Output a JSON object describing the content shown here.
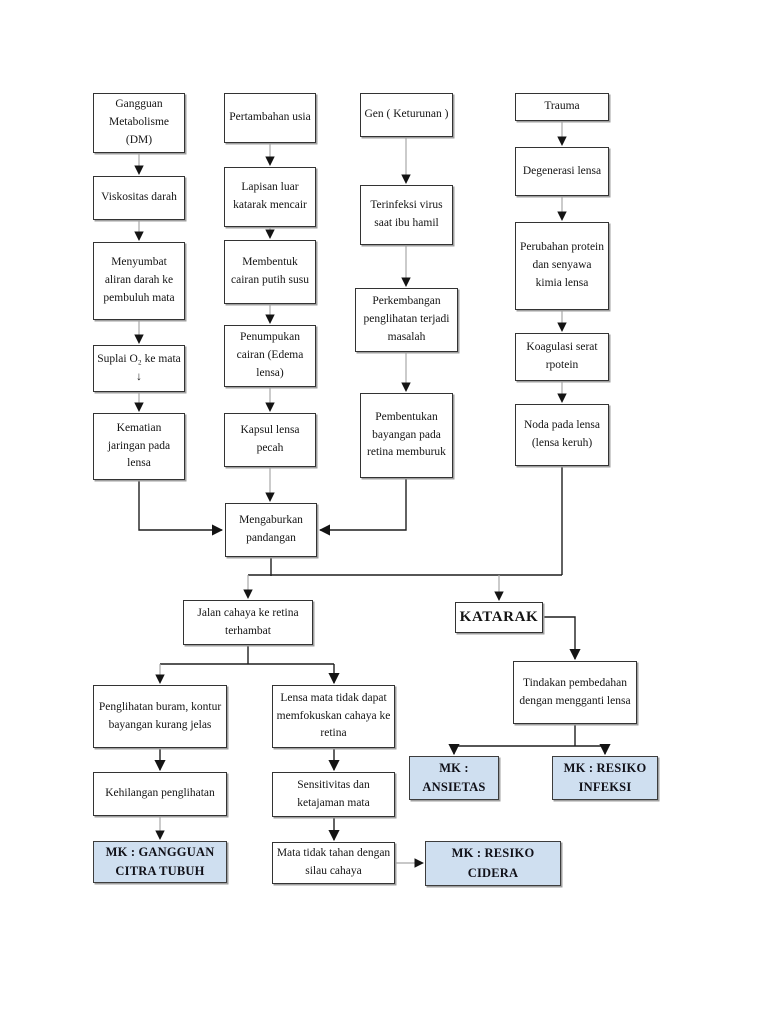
{
  "colors": {
    "highlight_fill": "#cfdff0",
    "highlight_border": "#3d3d3d",
    "box_border": "#333333",
    "line_gray": "#a8a8a8",
    "line_black": "#1f1f1f"
  },
  "nodes": {
    "gangguan_metabolisme": {
      "label": "Gangguan Metabolisme (DM)"
    },
    "viskositas_darah": {
      "label": "Viskositas darah"
    },
    "menyumbat_aliran": {
      "label": "Menyumbat aliran darah ke pembuluh mata"
    },
    "suplai_o2": {
      "label": "Suplai O₂ ke mata  ↓"
    },
    "kematian_jaringan": {
      "label": "Kematian jaringan pada lensa"
    },
    "pertambahan_usia": {
      "label": "Pertambahan usia"
    },
    "lapisan_luar": {
      "label": "Lapisan luar katarak mencair"
    },
    "membentuk_cairan": {
      "label": "Membentuk cairan putih susu"
    },
    "penumpukan_cairan": {
      "label": "Penumpukan cairan (Edema lensa)"
    },
    "kapsul_lensa": {
      "label": "Kapsul lensa pecah"
    },
    "mengaburkan_pandangan": {
      "label": "Mengaburkan pandangan"
    },
    "gen_keturunan": {
      "label": "Gen ( Keturunan )"
    },
    "terinfeksi_virus": {
      "label": "Terinfeksi virus saat ibu hamil"
    },
    "perkembangan_penglihatan": {
      "label": "Perkembangan penglihatan terjadi masalah"
    },
    "pembentukan_bayangan": {
      "label": "Pembentukan bayangan pada retina memburuk"
    },
    "trauma": {
      "label": "Trauma"
    },
    "degenerasi_lensa": {
      "label": "Degenerasi lensa"
    },
    "perubahan_protein": {
      "label": "Perubahan protein dan senyawa kimia lensa"
    },
    "koagulasi_serat": {
      "label": "Koagulasi serat rpotein"
    },
    "noda_pada_lensa": {
      "label": "Noda pada lensa (lensa keruh)"
    },
    "jalan_cahaya": {
      "label": "Jalan cahaya ke retina terhambat"
    },
    "katarak": {
      "label": "KATARAK"
    },
    "tindakan_pembedahan": {
      "label": "Tindakan pembedahan dengan mengganti lensa"
    },
    "penglihatan_buram": {
      "label": "Penglihatan buram, kontur bayangan kurang jelas"
    },
    "lensa_mata_tidak": {
      "label": "Lensa mata tidak dapat memfokuskan cahaya ke retina"
    },
    "kehilangan_penglihatan": {
      "label": "Kehilangan penglihatan"
    },
    "sensitivitas": {
      "label": "Sensitivitas dan ketajaman mata"
    },
    "mk_gangguan_citra": {
      "label": "MK : GANGGUAN CITRA TUBUH"
    },
    "mata_tidak_tahan": {
      "label": "Mata tidak tahan dengan silau cahaya"
    },
    "mk_resiko_cidera": {
      "label": "MK : RESIKO CIDERA"
    },
    "mk_ansietas": {
      "label": "MK : ANSIETAS"
    },
    "mk_resiko_infeksi": {
      "label": "MK : RESIKO INFEKSI"
    }
  }
}
